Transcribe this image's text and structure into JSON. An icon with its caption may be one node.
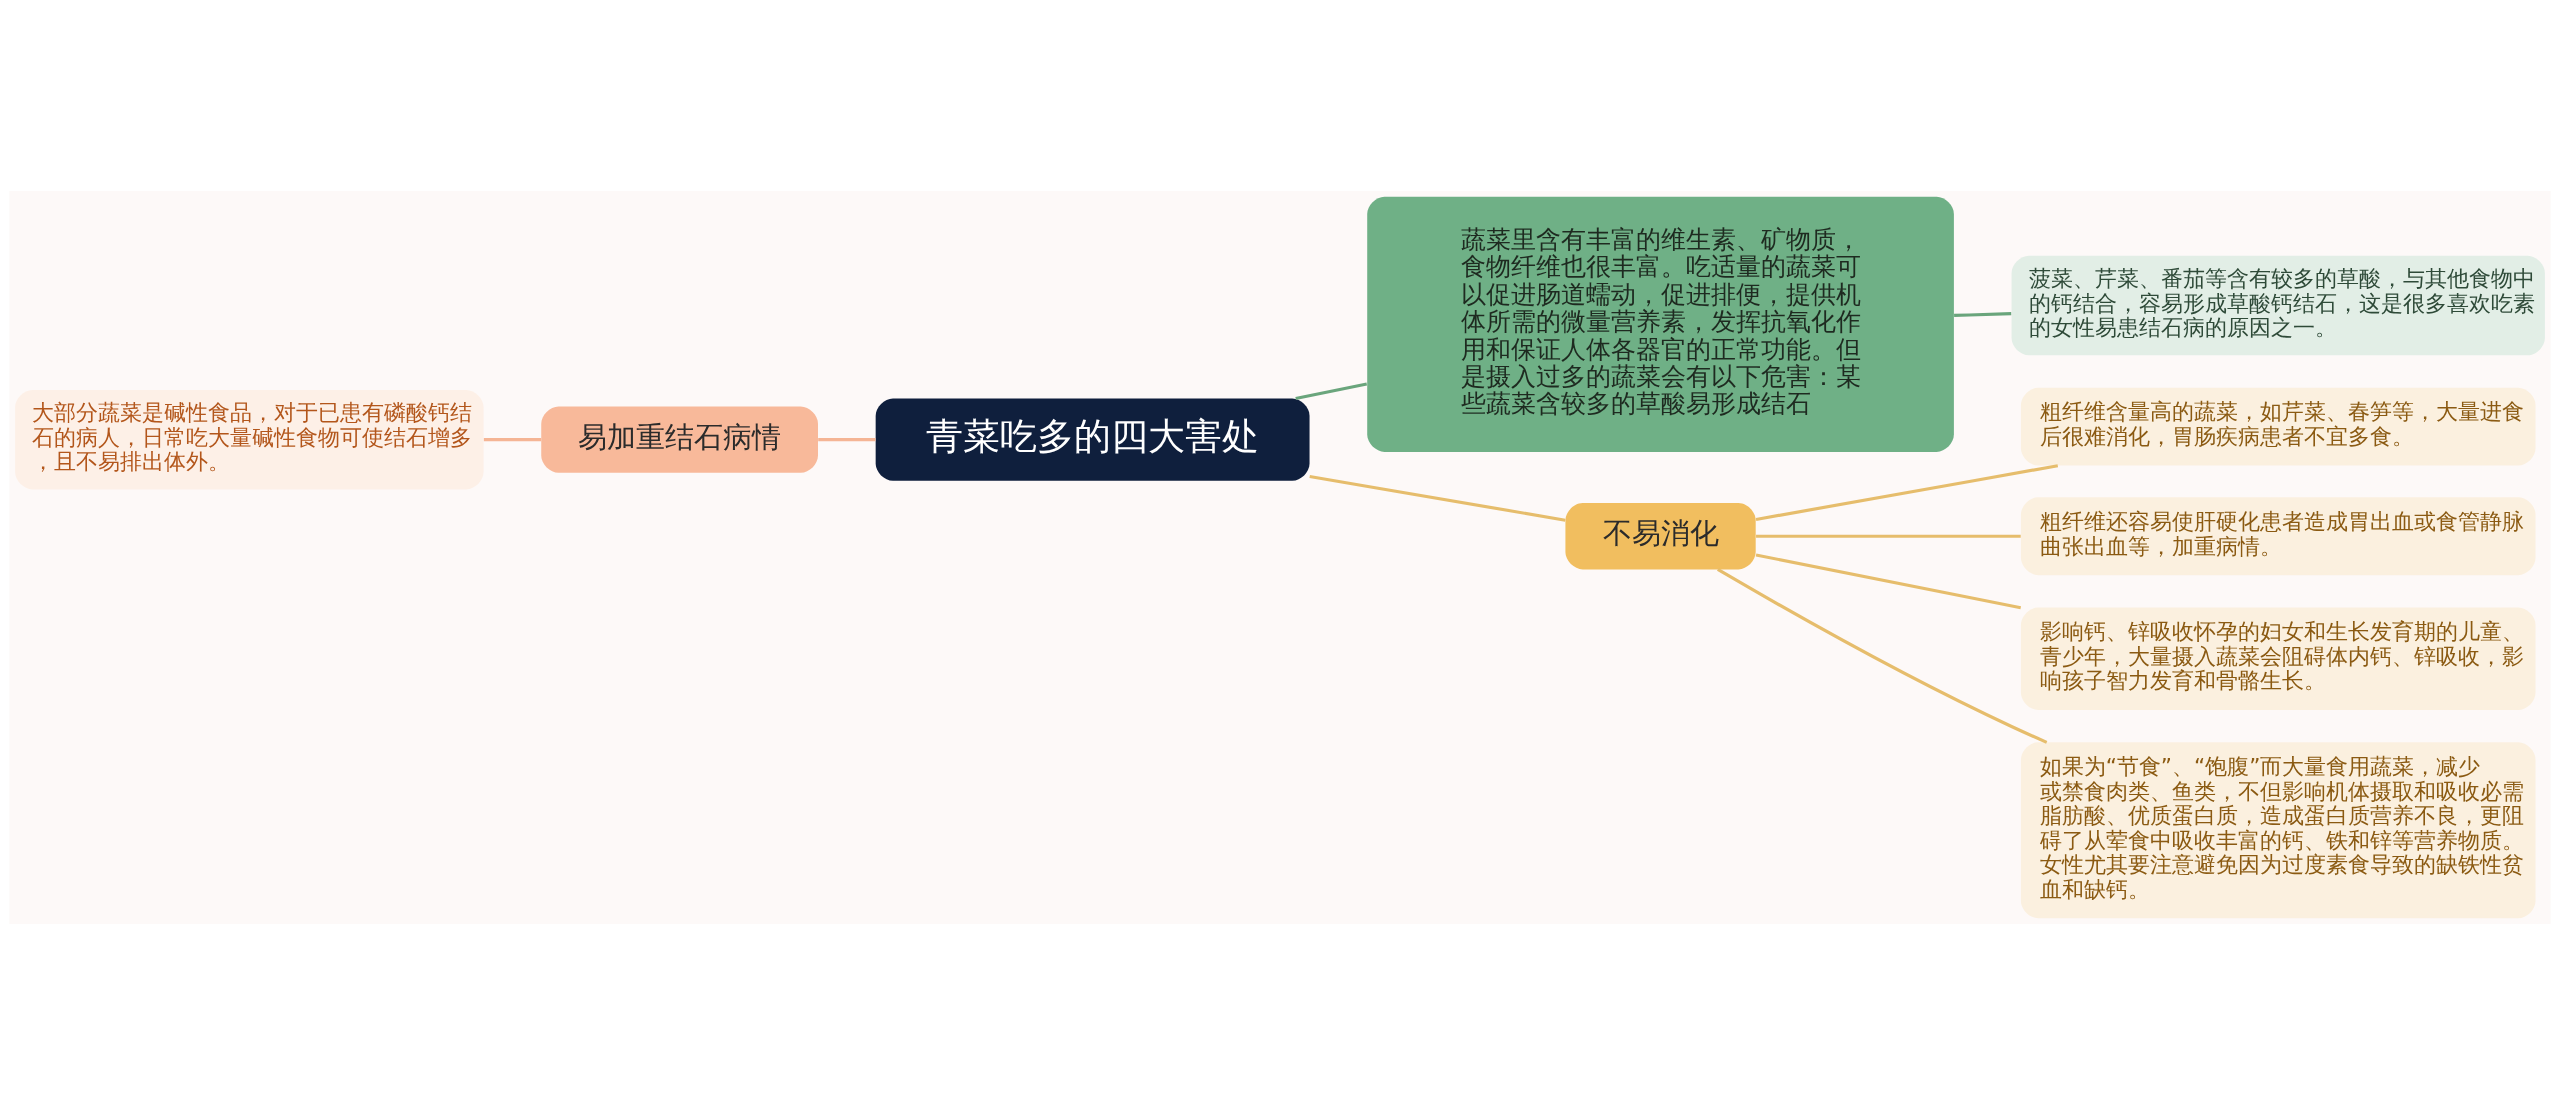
{
  "diagram": {
    "nodes": [
      {
        "text": [
          "青菜吃多的四大害处"
        ]
      },
      {
        "text": [
          "易加重结石病情"
        ]
      },
      {
        "text": [
          "大部分蔬菜是碱性食品，对于已患有磷酸钙结石的病人，日常吃大量碱性食物可使结石增多，且不易排出体外。"
        ]
      },
      {
        "text": [
          "蔬菜里含有丰富的维生素、矿物质，食物纤维也很丰富。吃适量的蔬菜可以促进肠道蠕动，促进排便，提供机体所需的微量营养素，发挥抗氧化作用和保证人体各器官的正常功能。但是摄入过多的蔬菜会有以下危害：某些蔬菜含较多的草酸易形成结石"
        ]
      },
      {
        "text": [
          "菠菜、芹菜、番茄等含有较多的草酸，与其他食物中的钙结合，容易形成草酸钙结石，这是很多喜欢吃素的女性易患结石病的原因之一。"
        ]
      },
      {
        "text": [
          "不易消化"
        ]
      },
      {
        "text": [
          "粗纤维含量高的蔬菜，如芹菜、春笋等，大量进食后很难消化，胃肠疾病患者不宜多食。"
        ]
      },
      {
        "text": [
          "粗纤维还容易使肝硬化患者造成胃出血或食管静脉曲张出血等，加重病情。"
        ]
      },
      {
        "text": [
          "影响钙、锌吸收怀孕的妇女和生长发育期的儿童、青少年，大量摄入蔬菜会阻碍体内钙、锌吸收，影响孩子智力发育和骨骼生长。"
        ]
      },
      {
        "text": [
          "如果为“节食”、“饱腹”而大量食用蔬菜，减少或禁食肉类、鱼类，不但影响机体摄取和吸收必需脂肪酸、优质蛋白质，造成蛋白质营养不良，更阻碍了从荤食中吸收丰富的钙、铁和锌等营养物质。女性尤其要注意避免因为过度素食导致的缺铁性贫血和缺钙。"
        ]
      }
    ],
    "edges": [
      {
        "from": 0,
        "to": 1,
        "arrow": "none",
        "color": "#f5b595"
      },
      {
        "from": 1,
        "to": 2,
        "arrow": "none",
        "color": "#f5b595"
      },
      {
        "from": 0,
        "to": 3,
        "arrow": "none",
        "color": "#6aa57c"
      },
      {
        "from": 3,
        "to": 4,
        "arrow": "none",
        "color": "#6aa57c"
      },
      {
        "from": 0,
        "to": 5,
        "arrow": "none"
      },
      {
        "from": 5,
        "to": 6,
        "arrow": "none"
      },
      {
        "from": 5,
        "to": 7,
        "arrow": "none"
      },
      {
        "from": 5,
        "to": 8,
        "arrow": "none"
      },
      {
        "from": 5,
        "to": 9,
        "arrow": "none"
      }
    ]
  }
}
